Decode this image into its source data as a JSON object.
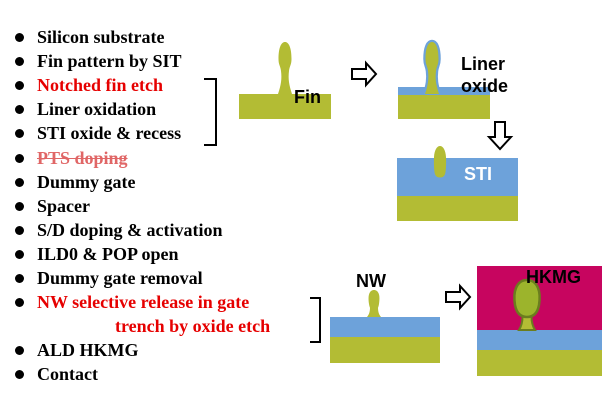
{
  "figure": {
    "steps": [
      {
        "label": "Silicon substrate",
        "style": "black"
      },
      {
        "label": "Fin pattern by SIT",
        "style": "black"
      },
      {
        "label": "Notched fin etch",
        "style": "red"
      },
      {
        "label": "Liner oxidation",
        "style": "black"
      },
      {
        "label": "STI oxide & recess",
        "style": "black"
      },
      {
        "label": "PTS doping",
        "style": "red-strikethrough"
      },
      {
        "label": "Dummy gate",
        "style": "black"
      },
      {
        "label": "Spacer",
        "style": "black"
      },
      {
        "label": "S/D doping & activation",
        "style": "black"
      },
      {
        "label": "ILD0 & POP open",
        "style": "black"
      },
      {
        "label": "Dummy gate removal",
        "style": "black"
      },
      {
        "label": "NW selective release in gate",
        "line2": "trench by oxide etch",
        "style": "red"
      },
      {
        "label": "ALD HKMG",
        "style": "black"
      },
      {
        "label": "Contact",
        "style": "black"
      }
    ],
    "labels": {
      "fin": "Fin",
      "liner_oxide": "Liner oxide",
      "sti": "STI",
      "nw": "NW",
      "hkmg": "HKMG"
    },
    "colors": {
      "silicon": "#b3bc34",
      "oxide_blue": "#6da2da",
      "hkmg_magenta": "#c7055f",
      "nw_green": "#9cb42c",
      "nw_outline": "#6b7d1e",
      "red_text": "#e60000",
      "struck_red": "#e06666",
      "black_text": "#000000",
      "arrow_fill": "#ffffff"
    }
  }
}
